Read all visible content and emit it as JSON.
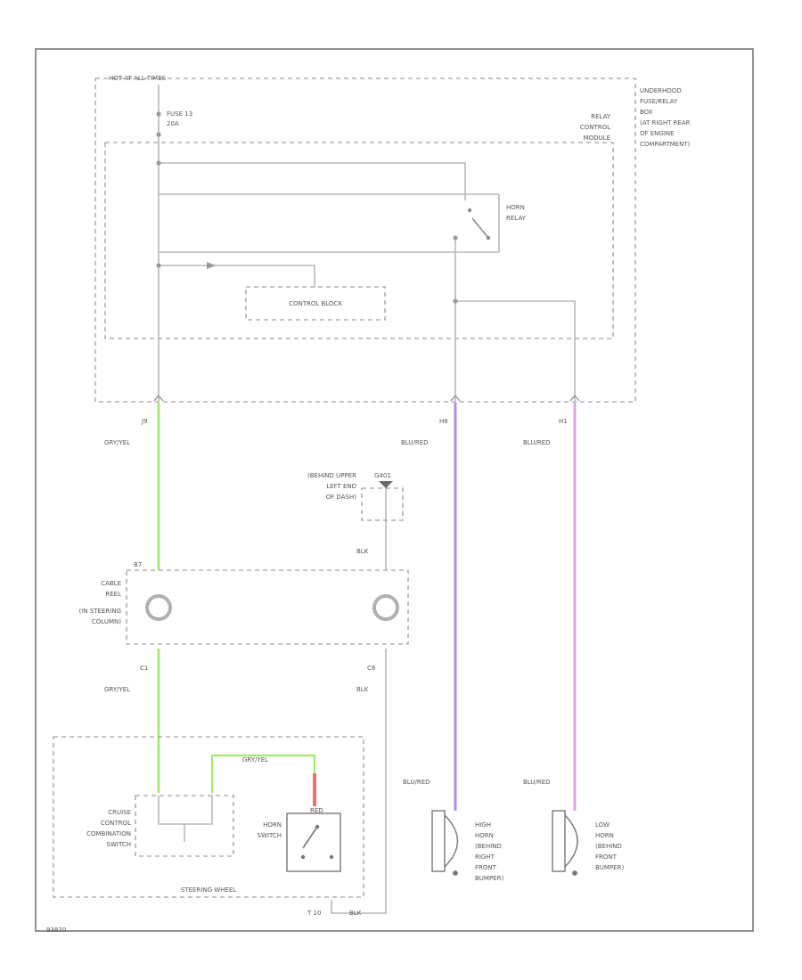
{
  "labels": {
    "hot_at_all_times": "HOT AT ALL TIMES",
    "fuse": [
      "FUSE 13",
      "20A"
    ],
    "box_name": [
      "UNDERHOOD",
      "FUSE/RELAY",
      "BOX",
      "(AT RIGHT REAR",
      "OF ENGINE",
      "COMPARTMENT)"
    ],
    "relay_module": [
      "RELAY",
      "CONTROL",
      "MODULE"
    ],
    "horn_relay": [
      "HORN",
      "RELAY"
    ],
    "control_block": "CONTROL BLOCK",
    "conn_j9": "J9",
    "conn_h6": "H6",
    "conn_h1": "H1",
    "wire_gry_yel_1": "GRY/YEL",
    "wire_blu_red_1": "BLU/RED",
    "wire_blu_red_2": "BLU/RED",
    "ground_g401": "G401",
    "ground_desc": [
      "(BEHIND UPPER",
      "LEFT END",
      "OF DASH)"
    ],
    "wire_blk_1": "BLK",
    "conn_b7": "B7",
    "cable_reel": [
      "CABLE",
      "REEL",
      "(IN STEERING",
      "COLUMN)"
    ],
    "conn_c1": "C1",
    "conn_c6": "C6",
    "wire_gry_yel_2": "GRY/YEL",
    "wire_blk_2": "BLK",
    "wire_gry_yel_3": "GRY/YEL",
    "wire_red": "RED",
    "cruise_switch": [
      "CRUISE",
      "CONTROL",
      "COMBINATION",
      "SWITCH"
    ],
    "horn_switch": [
      "HORN",
      "SWITCH"
    ],
    "wire_blu_red_3": "BLU/RED",
    "wire_blu_red_4": "BLU/RED",
    "high_horn": [
      "HIGH",
      "HORN",
      "(BEHIND",
      "RIGHT",
      "FRONT",
      "BUMPER)"
    ],
    "low_horn": [
      "LOW",
      "HORN",
      "(BEHIND",
      "FRONT",
      "BUMPER)"
    ],
    "steering_wheel": "STEERING WHEEL",
    "ground_g": "T 10",
    "wire_blk_3": "BLK",
    "diagram_code": "93870"
  },
  "colors": {
    "gry_yel": "#a6e86c",
    "blu_red_dark": "#b48ce0",
    "blu_red_light": "#e0a6e0",
    "red": "#f07070"
  }
}
